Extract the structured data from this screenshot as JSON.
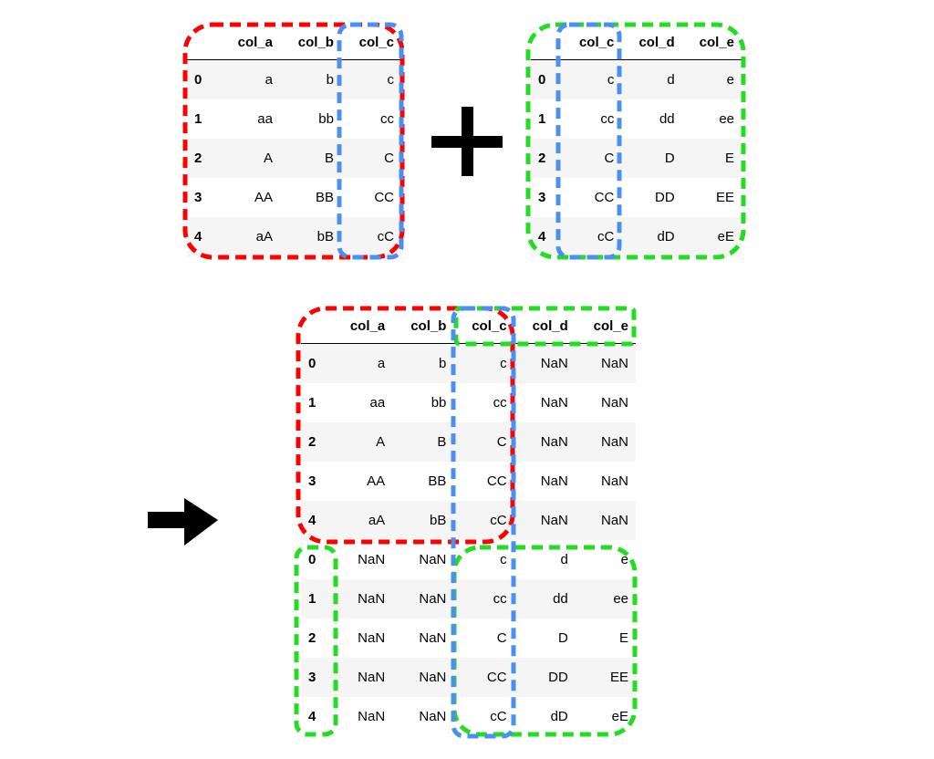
{
  "colors": {
    "left_df_outline": "#ff0000",
    "right_df_outline": "#22dd22",
    "shared_column_outline": "#4a90f0",
    "row_stripe": "#f5f5f5"
  },
  "icons": {
    "plus": "plus-icon",
    "arrow": "right-arrow-icon"
  },
  "df_left": {
    "columns": [
      "",
      "col_a",
      "col_b",
      "col_c"
    ],
    "rows": [
      [
        "0",
        "a",
        "b",
        "c"
      ],
      [
        "1",
        "aa",
        "bb",
        "cc"
      ],
      [
        "2",
        "A",
        "B",
        "C"
      ],
      [
        "3",
        "AA",
        "BB",
        "CC"
      ],
      [
        "4",
        "aA",
        "bB",
        "cC"
      ]
    ]
  },
  "df_right": {
    "columns": [
      "",
      "col_c",
      "col_d",
      "col_e"
    ],
    "rows": [
      [
        "0",
        "c",
        "d",
        "e"
      ],
      [
        "1",
        "cc",
        "dd",
        "ee"
      ],
      [
        "2",
        "C",
        "D",
        "E"
      ],
      [
        "3",
        "CC",
        "DD",
        "EE"
      ],
      [
        "4",
        "cC",
        "dD",
        "eE"
      ]
    ]
  },
  "df_result": {
    "columns": [
      "",
      "col_a",
      "col_b",
      "col_c",
      "col_d",
      "col_e"
    ],
    "rows": [
      [
        "0",
        "a",
        "b",
        "c",
        "NaN",
        "NaN"
      ],
      [
        "1",
        "aa",
        "bb",
        "cc",
        "NaN",
        "NaN"
      ],
      [
        "2",
        "A",
        "B",
        "C",
        "NaN",
        "NaN"
      ],
      [
        "3",
        "AA",
        "BB",
        "CC",
        "NaN",
        "NaN"
      ],
      [
        "4",
        "aA",
        "bB",
        "cC",
        "NaN",
        "NaN"
      ],
      [
        "0",
        "NaN",
        "NaN",
        "c",
        "d",
        "e"
      ],
      [
        "1",
        "NaN",
        "NaN",
        "cc",
        "dd",
        "ee"
      ],
      [
        "2",
        "NaN",
        "NaN",
        "C",
        "D",
        "E"
      ],
      [
        "3",
        "NaN",
        "NaN",
        "CC",
        "DD",
        "EE"
      ],
      [
        "4",
        "NaN",
        "NaN",
        "cC",
        "dD",
        "eE"
      ]
    ]
  }
}
